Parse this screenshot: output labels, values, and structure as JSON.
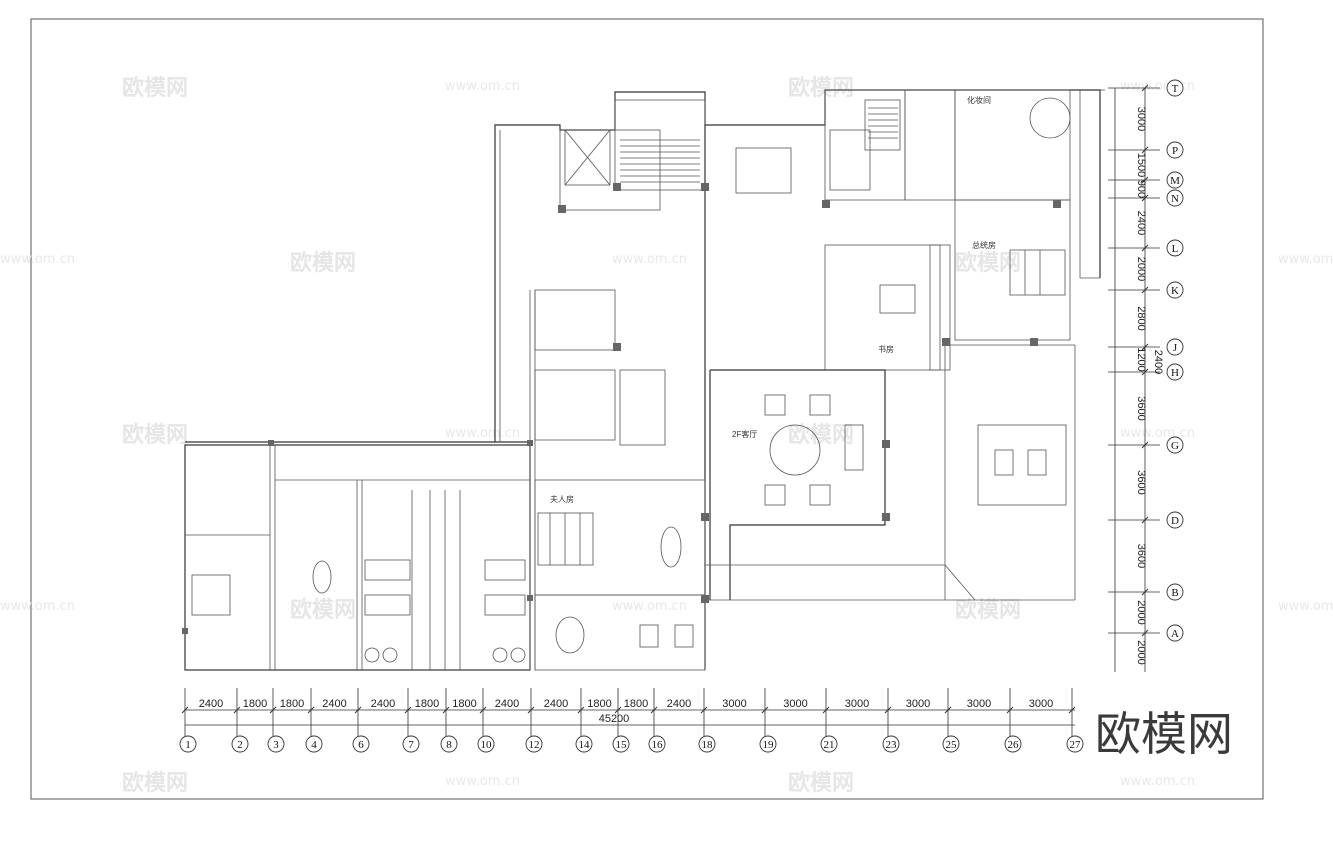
{
  "watermark": {
    "brand": "欧模网",
    "url": "www.om.cn"
  },
  "logo_text": "欧模网",
  "rooms": {
    "living_2f": "2F客厅",
    "madam_room": "夫人房",
    "master_bedroom": "总统房",
    "study": "书房",
    "dressing_room": "化妆间"
  },
  "bottom_dims": [
    "2400",
    "1800",
    "1800",
    "2400",
    "2400",
    "1800",
    "1800",
    "2400",
    "2400",
    "1800",
    "1800",
    "2400",
    "3000",
    "3000",
    "3000",
    "3000",
    "3000",
    "3000"
  ],
  "bottom_total": "45200",
  "bottom_axes": [
    "1",
    "2",
    "3",
    "4",
    "6",
    "7",
    "8",
    "10",
    "12",
    "14",
    "15",
    "16",
    "18",
    "19",
    "21",
    "23",
    "25",
    "26",
    "27"
  ],
  "right_dims": [
    "3000",
    "1500",
    "900",
    "2400",
    "2000",
    "2800",
    "1200",
    "3600",
    "3600",
    "3600",
    "2000",
    "2000"
  ],
  "right_extra": "2400",
  "right_axes": [
    "T",
    "P",
    "M",
    "N",
    "L",
    "K",
    "J",
    "H",
    "G",
    "D",
    "B",
    "A"
  ]
}
